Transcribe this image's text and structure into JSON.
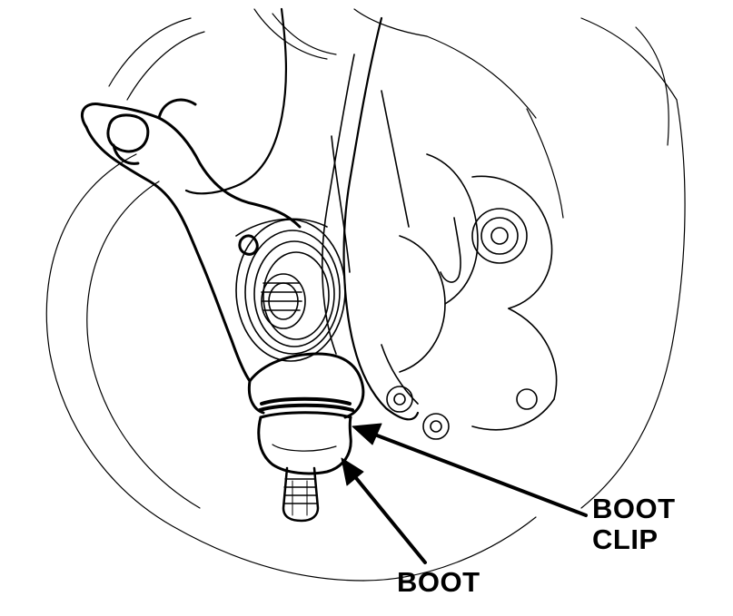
{
  "labels": {
    "boot_clip_line1": "BOOT",
    "boot_clip_line2": "CLIP",
    "boot": "BOOT"
  },
  "colors": {
    "ink": "#000000",
    "paper": "#ffffff"
  }
}
